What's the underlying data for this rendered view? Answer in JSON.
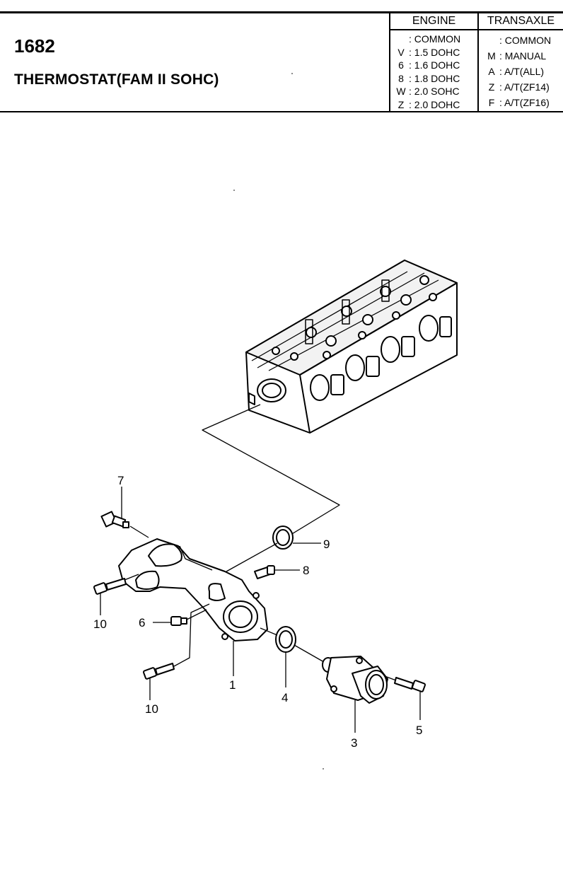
{
  "header": {
    "part_number": "1682",
    "title": "THERMOSTAT(FAM II SOHC)"
  },
  "legend": {
    "engine": {
      "heading": "ENGINE",
      "rows": [
        {
          "code": "",
          "label": ": COMMON"
        },
        {
          "code": "V",
          "label": ": 1.5 DOHC"
        },
        {
          "code": "6",
          "label": ": 1.6 DOHC"
        },
        {
          "code": "8",
          "label": ": 1.8 DOHC"
        },
        {
          "code": "W",
          "label": ": 2.0 SOHC"
        },
        {
          "code": "Z",
          "label": ": 2.0 DOHC"
        }
      ]
    },
    "transaxle": {
      "heading": "TRANSAXLE",
      "rows": [
        {
          "code": "",
          "label": ": COMMON"
        },
        {
          "code": "M",
          "label": ": MANUAL"
        },
        {
          "code": "A",
          "label": ": A/T(ALL)"
        },
        {
          "code": "Z",
          "label": ": A/T(ZF14)"
        },
        {
          "code": "F",
          "label": ": A/T(ZF16)"
        }
      ]
    }
  },
  "diagram": {
    "callouts": [
      "1",
      "3",
      "4",
      "5",
      "6",
      "7",
      "8",
      "9",
      "10",
      "10"
    ]
  }
}
